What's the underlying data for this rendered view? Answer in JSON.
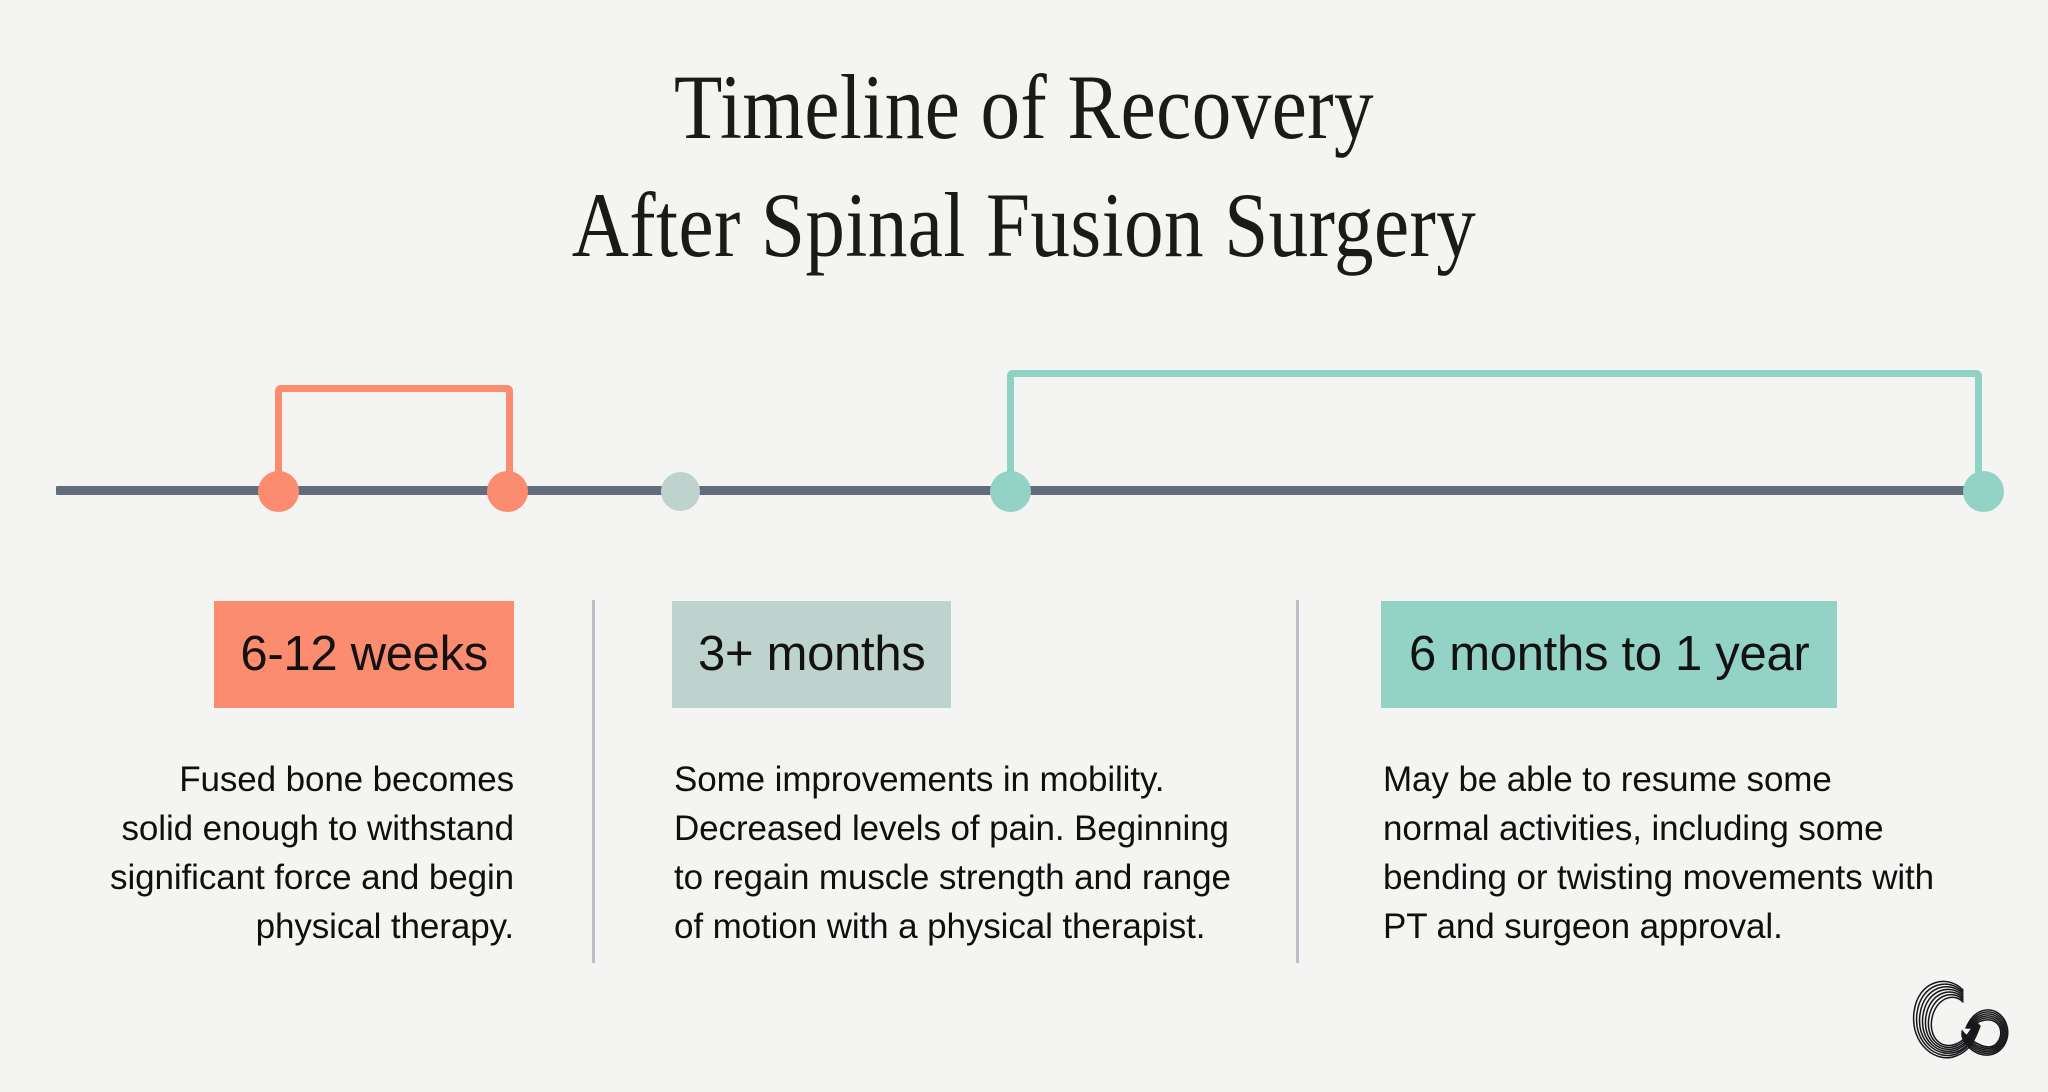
{
  "page": {
    "background_color": "#f4f4f3",
    "title_lines": [
      "Timeline of Recovery",
      "After Spinal Fusion Surgery"
    ]
  },
  "palette": {
    "coral": "#fb8c70",
    "teal": "#93d3c6",
    "sage": "#bed3cd",
    "axis_gray": "#626c7a",
    "divider_gray": "#bcc0c4",
    "text_black": "#100f0e"
  },
  "timeline": {
    "axis_label": "recovery timeline axis",
    "markers": [
      {
        "name": "marker-6-weeks",
        "color_key": "coral"
      },
      {
        "name": "marker-12-weeks",
        "color_key": "coral"
      },
      {
        "name": "marker-3-months",
        "color_key": "sage"
      },
      {
        "name": "marker-6-months",
        "color_key": "teal"
      },
      {
        "name": "marker-1-year",
        "color_key": "teal"
      }
    ],
    "brackets": [
      {
        "name": "bracket-6-12-weeks",
        "color_key": "coral"
      },
      {
        "name": "bracket-6-months-to-1-year",
        "color_key": "teal"
      }
    ]
  },
  "stages": [
    {
      "label": "6-12 weeks",
      "chip_color": "#fb8c70",
      "body": "Fused bone becomes solid enough to withstand significant force and begin physical therapy.",
      "align": "right"
    },
    {
      "label": "3+ months",
      "chip_color": "#bed3cd",
      "body": "Some improvements in mobility. Decreased levels of pain. Beginning to regain muscle strength and range of motion with a physical therapist.",
      "align": "left"
    },
    {
      "label": "6 months to 1 year",
      "chip_color": "#93d3c6",
      "body": "May be able to resume some normal activities, including some bending or twisting movements with PT and surgeon approval.",
      "align": "left"
    }
  ],
  "logo": {
    "name": "cs-monogram-logo",
    "letters": "CS"
  }
}
